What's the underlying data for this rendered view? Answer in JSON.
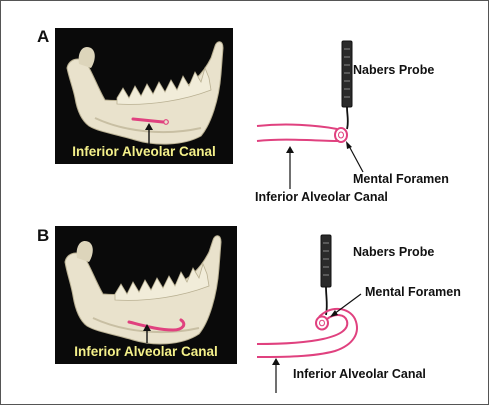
{
  "panels": [
    {
      "letter": "A",
      "photo_caption": "Inferior Alveolar Canal",
      "probe_label": "Nabers Probe",
      "foramen_label": "Mental Foramen",
      "canal_label": "Inferior Alveolar Canal"
    },
    {
      "letter": "B",
      "photo_caption": "Inferior Alveolar Canal",
      "probe_label": "Nabers Probe",
      "foramen_label": "Mental Foramen",
      "canal_label": "Inferior Alveolar Canal"
    }
  ],
  "colors": {
    "canal": "#e0417f",
    "photo_background": "#0a0a0a",
    "caption": "#f4f08a",
    "bone": "#e9e2cc"
  }
}
